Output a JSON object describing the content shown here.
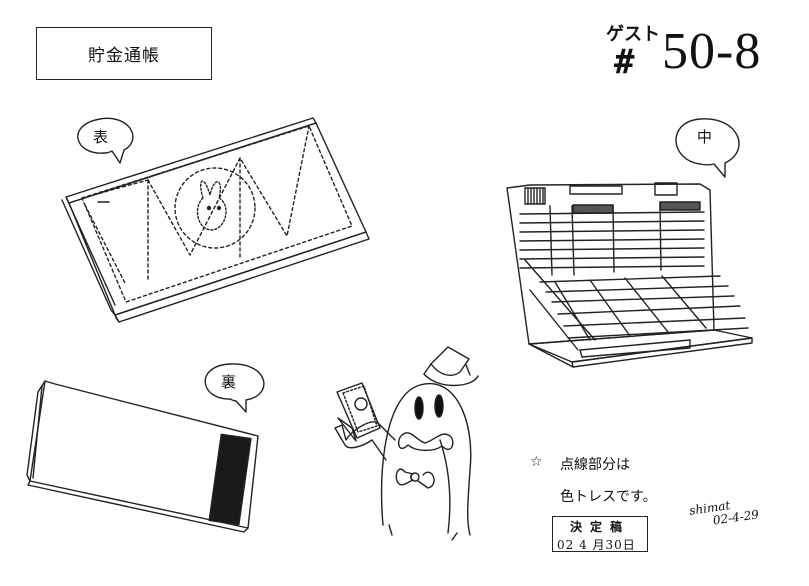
{
  "title": "貯金通帳",
  "episode": {
    "guest": "ゲスト",
    "hash": "#",
    "number": "50-8"
  },
  "bubbles": {
    "front": "表",
    "inside": "中",
    "back": "裏"
  },
  "notes": {
    "star": "☆",
    "line1": "点線部分は",
    "line2": "色トレスです。"
  },
  "stamp": {
    "label": "決定稿",
    "date": "02 4 月30日"
  },
  "signature": {
    "name": "shimat",
    "date": "02-4-29"
  }
}
